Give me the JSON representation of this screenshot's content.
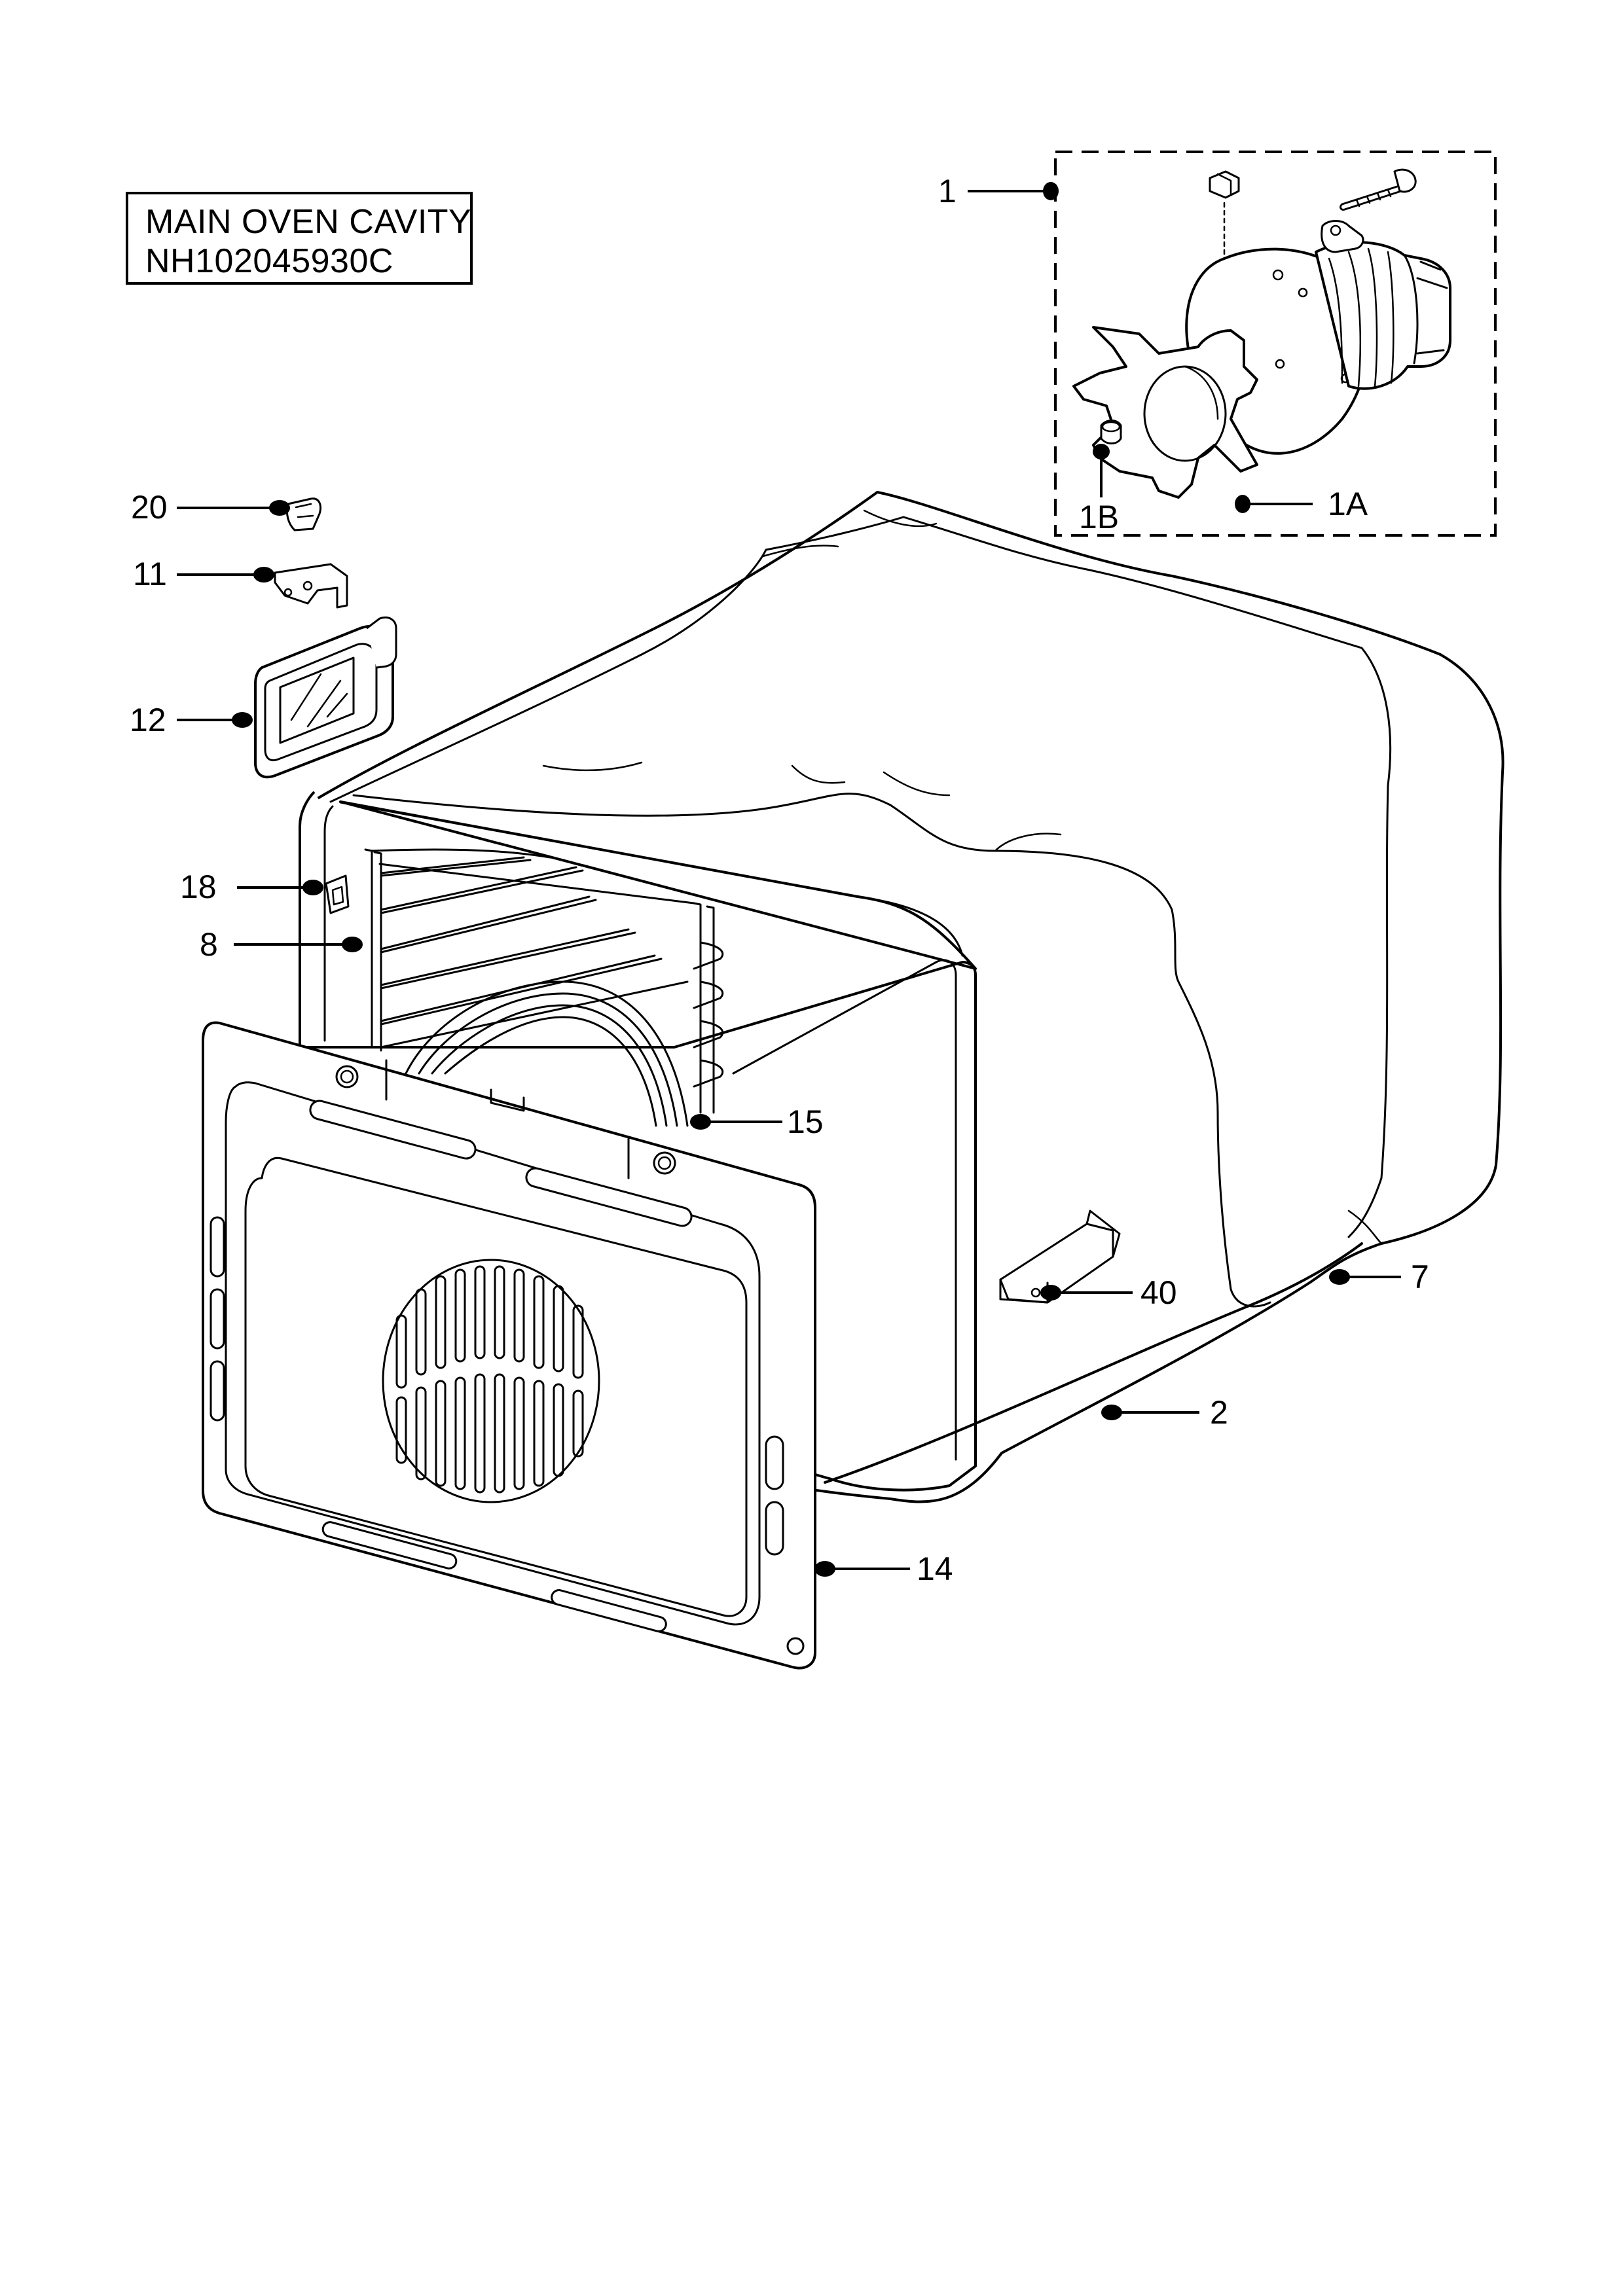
{
  "title": {
    "line1": "MAIN OVEN CAVITY",
    "line2": "NH102045930C"
  },
  "callouts": {
    "c1": "1",
    "c1a": "1A",
    "c1b": "1B",
    "c20": "20",
    "c11": "11",
    "c12": "12",
    "c18": "18",
    "c8": "8",
    "c15": "15",
    "c40": "40",
    "c7": "7",
    "c2": "2",
    "c14": "14"
  },
  "colors": {
    "ink": "#000000",
    "paper": "#ffffff"
  }
}
